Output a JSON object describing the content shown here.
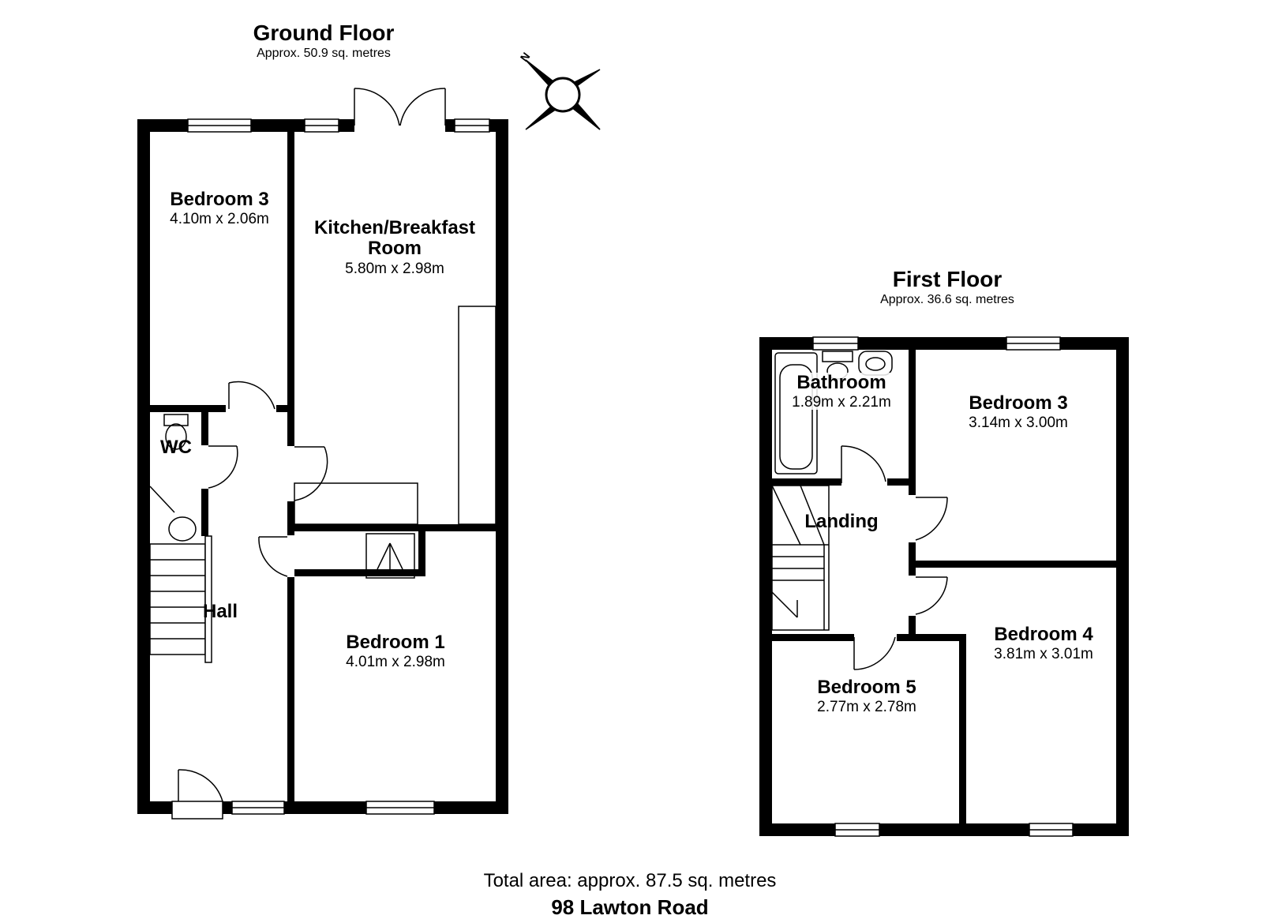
{
  "ground_floor": {
    "title": "Ground Floor",
    "area": "Approx. 50.9 sq. metres",
    "rooms": {
      "bedroom3": {
        "name": "Bedroom 3",
        "dims": "4.10m x 2.06m"
      },
      "kitchen": {
        "name": "Kitchen/Breakfast Room",
        "dims": "5.80m x 2.98m"
      },
      "wc": {
        "name": "WC"
      },
      "hall": {
        "name": "Hall"
      },
      "bedroom1": {
        "name": "Bedroom 1",
        "dims": "4.01m x 2.98m"
      }
    }
  },
  "first_floor": {
    "title": "First Floor",
    "area": "Approx. 36.6 sq. metres",
    "rooms": {
      "bathroom": {
        "name": "Bathroom",
        "dims": "1.89m x 2.21m"
      },
      "bedroom3": {
        "name": "Bedroom 3",
        "dims": "3.14m x 3.00m"
      },
      "landing": {
        "name": "Landing"
      },
      "bedroom4": {
        "name": "Bedroom 4",
        "dims": "3.81m x 3.01m"
      },
      "bedroom5": {
        "name": "Bedroom 5",
        "dims": "2.77m x 2.78m"
      }
    }
  },
  "compass": {
    "label": "N"
  },
  "footer": {
    "total_area": "Total area: approx. 87.5 sq. metres",
    "address": "98 Lawton Road"
  }
}
